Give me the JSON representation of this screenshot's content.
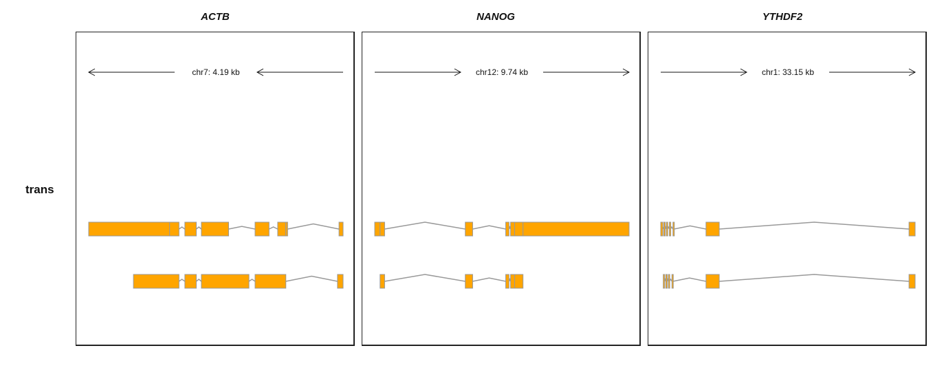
{
  "row_label": "trans",
  "panels": [
    {
      "gene": "ACTB",
      "scale_label": "chr7: 4.19 kb",
      "direction": "left",
      "transcripts": [
        {
          "exons": [
            [
              0.0,
              0.318
            ],
            [
              0.318,
              0.355
            ],
            [
              0.378,
              0.423
            ],
            [
              0.443,
              0.55
            ],
            [
              0.654,
              0.709
            ],
            [
              0.743,
              0.775
            ],
            [
              0.775,
              0.782
            ],
            [
              0.984,
              1.0
            ]
          ]
        },
        {
          "exons": [
            [
              0.176,
              0.355
            ],
            [
              0.378,
              0.423
            ],
            [
              0.443,
              0.63
            ],
            [
              0.654,
              0.775
            ],
            [
              0.978,
              1.0
            ]
          ]
        }
      ]
    },
    {
      "gene": "NANOG",
      "scale_label": "chr12: 9.74 kb",
      "direction": "right",
      "transcripts": [
        {
          "exons": [
            [
              0.0,
              0.021
            ],
            [
              0.021,
              0.039
            ],
            [
              0.356,
              0.385
            ],
            [
              0.515,
              0.528
            ],
            [
              0.534,
              0.55
            ],
            [
              0.55,
              0.583
            ],
            [
              0.583,
              1.0
            ]
          ]
        },
        {
          "exons": [
            [
              0.021,
              0.039
            ],
            [
              0.356,
              0.385
            ],
            [
              0.515,
              0.528
            ],
            [
              0.534,
              0.55
            ],
            [
              0.55,
              0.583
            ]
          ]
        }
      ]
    },
    {
      "gene": "YTHDF2",
      "scale_label": "chr1: 33.15 kb",
      "direction": "right",
      "transcripts": [
        {
          "exons": [
            [
              0.0,
              0.008
            ],
            [
              0.012,
              0.016
            ],
            [
              0.022,
              0.026
            ],
            [
              0.034,
              0.038
            ],
            [
              0.048,
              0.052
            ],
            [
              0.178,
              0.23
            ],
            [
              0.976,
              1.0
            ]
          ]
        },
        {
          "exons": [
            [
              0.01,
              0.014
            ],
            [
              0.02,
              0.024
            ],
            [
              0.03,
              0.034
            ],
            [
              0.044,
              0.048
            ],
            [
              0.178,
              0.23
            ],
            [
              0.976,
              1.0
            ]
          ]
        }
      ]
    }
  ],
  "colors": {
    "exon": "#FFA500",
    "exon_border": "#999999",
    "intron": "#999999",
    "frame": "#222222"
  }
}
